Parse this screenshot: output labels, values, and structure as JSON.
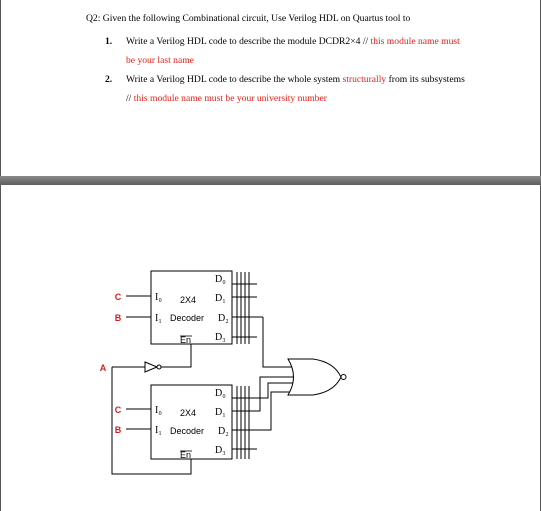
{
  "question": {
    "heading": "Q2: Given the following Combinational circuit, Use Verilog HDL on Quartus tool to",
    "items": [
      {
        "number": "1.",
        "text_black": "Write a Verilog HDL code to describe the module DCDR2×4 // ",
        "text_red": "this module name must",
        "continuation_red": "be your last name"
      },
      {
        "number": "2.",
        "text_black": "Write a Verilog HDL code to describe the whole system ",
        "text_red_inline": "structurally",
        "text_black_after": " from its subsystems",
        "continuation_black": "// ",
        "continuation_red": "this module name must be your university number"
      }
    ]
  },
  "diagram": {
    "inputs": {
      "a": "A",
      "b": "B",
      "c": "C"
    },
    "decoder": {
      "title_line1": "2X4",
      "title_line2": "Decoder",
      "in0": "I₀",
      "in1": "I₁",
      "out0": "D₀",
      "out1": "D₁",
      "out2": "D₂",
      "out3": "D₃",
      "enable": "En"
    },
    "colors": {
      "input_label": "#d42020",
      "wire": "#000000"
    }
  }
}
